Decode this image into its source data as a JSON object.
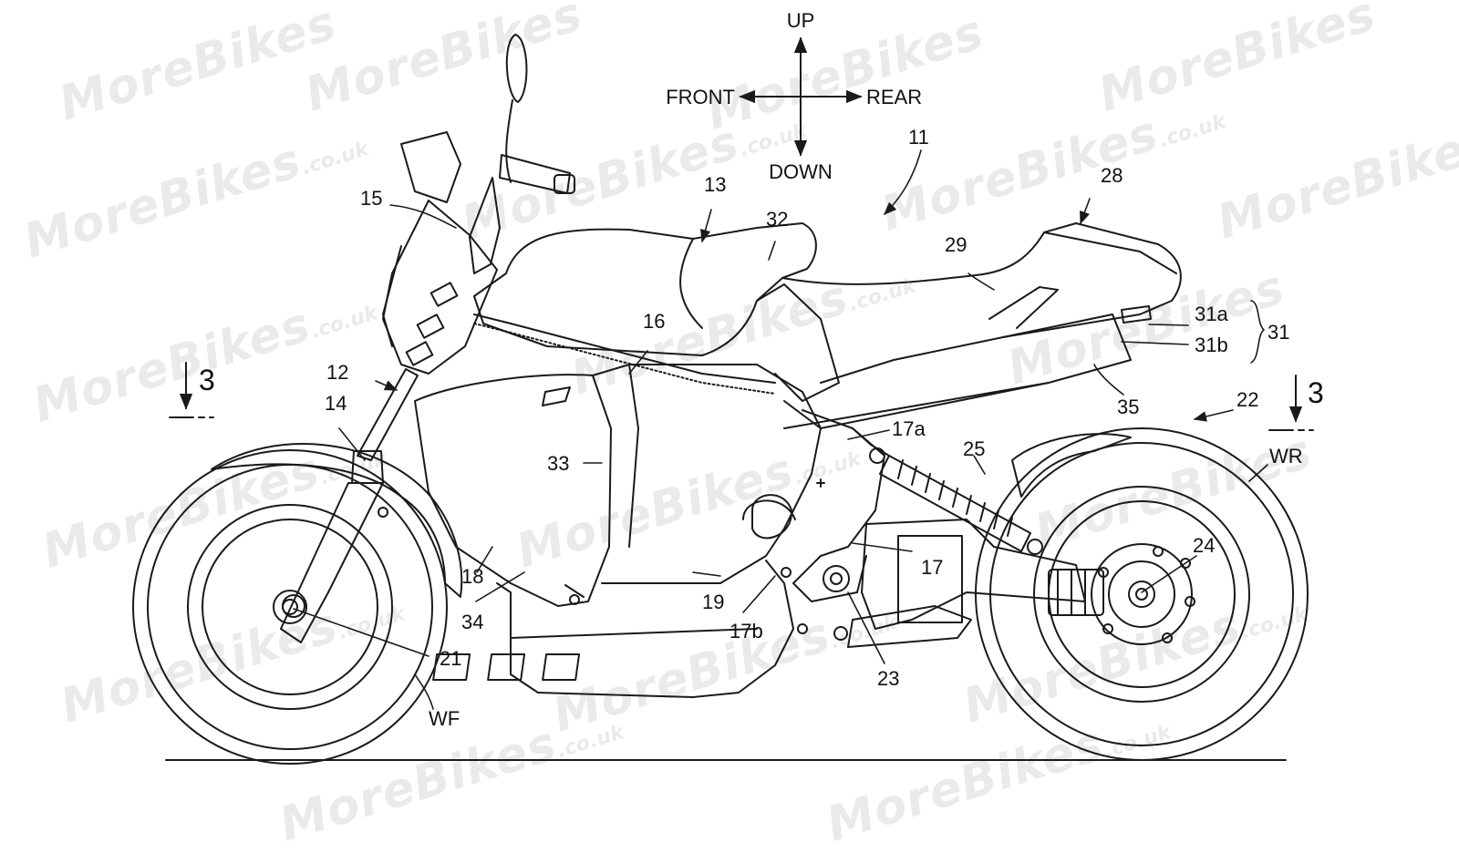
{
  "directions": {
    "up": "UP",
    "down": "DOWN",
    "front": "FRONT",
    "rear": "REAR"
  },
  "section_marks": {
    "left": "3",
    "right": "3"
  },
  "labels": {
    "l11": "11",
    "l12": "12",
    "l13": "13",
    "l14": "14",
    "l15": "15",
    "l16": "16",
    "l17": "17",
    "l17a": "17a",
    "l17b": "17b",
    "l18": "18",
    "l19": "19",
    "l21": "21",
    "l22": "22",
    "l23": "23",
    "l24": "24",
    "l25": "25",
    "l28": "28",
    "l29": "29",
    "l31": "31",
    "l31a": "31a",
    "l31b": "31b",
    "l32": "32",
    "l33": "33",
    "l34": "34",
    "l35": "35",
    "lWF": "WF",
    "lWR": "WR"
  },
  "watermark": {
    "brand": "MoreBikes",
    "domain": ".co.uk"
  },
  "colors": {
    "line": "#1a1a1a",
    "watermark": "#d9d9d9",
    "background": "#ffffff"
  }
}
